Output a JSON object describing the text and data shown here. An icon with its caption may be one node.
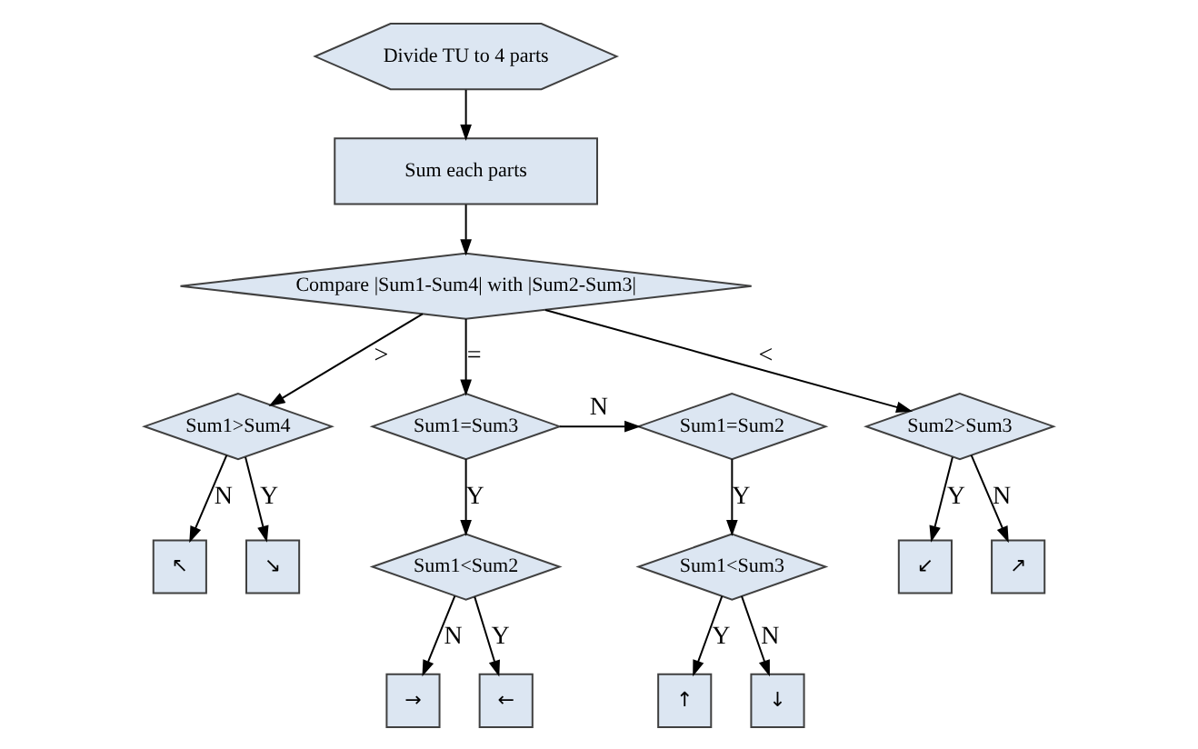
{
  "diagram": {
    "nodes": [
      {
        "text": [
          "Divide TU to 4 parts"
        ]
      },
      {
        "text": [
          "Sum each parts"
        ]
      },
      {
        "text": [
          "Compare |Sum1-Sum4| with |Sum2-Sum3|"
        ]
      },
      {
        "text": [
          "Sum1>Sum4"
        ]
      },
      {
        "text": [
          "Sum1=Sum3"
        ]
      },
      {
        "text": [
          "Sum1=Sum2"
        ]
      },
      {
        "text": [
          "Sum2>Sum3"
        ]
      },
      {
        "text": [
          "↖"
        ]
      },
      {
        "text": [
          "↘"
        ]
      },
      {
        "text": [
          "Sum1<Sum2"
        ]
      },
      {
        "text": [
          "Sum1<Sum3"
        ]
      },
      {
        "text": [
          "↙"
        ]
      },
      {
        "text": [
          "↗"
        ]
      },
      {
        "text": [
          "→"
        ]
      },
      {
        "text": [
          "←"
        ]
      },
      {
        "text": [
          "↑"
        ]
      },
      {
        "text": [
          "↓"
        ]
      }
    ],
    "edges": [
      {
        "from": 0,
        "to": 1,
        "arrow": "to"
      },
      {
        "from": 1,
        "to": 2,
        "arrow": "to"
      },
      {
        "from": 2,
        "to": 3,
        "arrow": "to",
        "label": ">"
      },
      {
        "from": 2,
        "to": 4,
        "arrow": "to",
        "label": "="
      },
      {
        "from": 2,
        "to": 6,
        "arrow": "to",
        "label": "<"
      },
      {
        "from": 3,
        "to": 7,
        "arrow": "to",
        "label": "N"
      },
      {
        "from": 3,
        "to": 8,
        "arrow": "to",
        "label": "Y"
      },
      {
        "from": 4,
        "to": 5,
        "arrow": "to",
        "label": "N"
      },
      {
        "from": 4,
        "to": 9,
        "arrow": "to",
        "label": "Y"
      },
      {
        "from": 5,
        "to": 10,
        "arrow": "to",
        "label": "Y"
      },
      {
        "from": 6,
        "to": 11,
        "arrow": "to",
        "label": "Y"
      },
      {
        "from": 6,
        "to": 12,
        "arrow": "to",
        "label": "N"
      },
      {
        "from": 9,
        "to": 13,
        "arrow": "to",
        "label": "N"
      },
      {
        "from": 9,
        "to": 14,
        "arrow": "to",
        "label": "Y"
      },
      {
        "from": 10,
        "to": 15,
        "arrow": "to",
        "label": "Y"
      },
      {
        "from": 10,
        "to": 16,
        "arrow": "to",
        "label": "N"
      }
    ]
  }
}
